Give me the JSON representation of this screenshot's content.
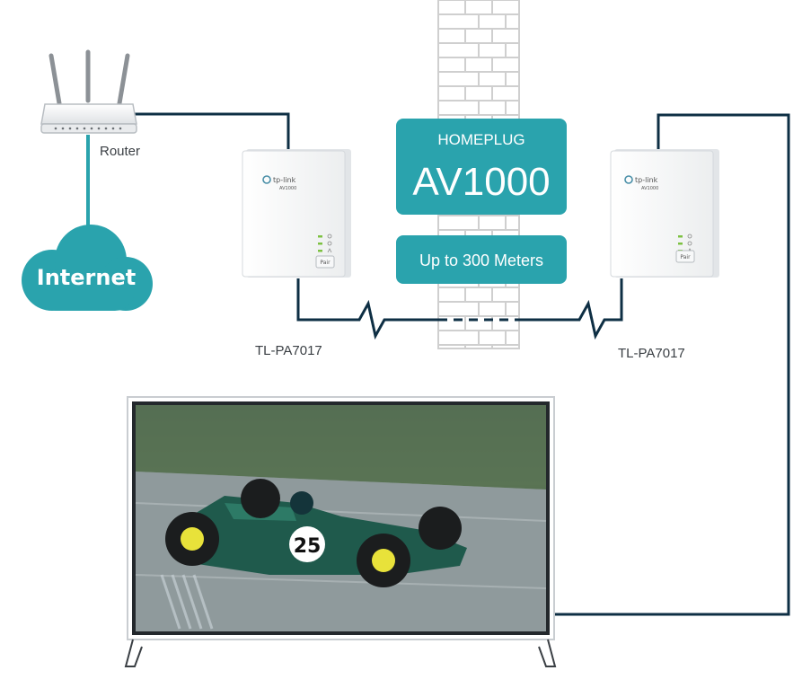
{
  "router": {
    "label": "Router"
  },
  "cloud": {
    "label": "Internet"
  },
  "adapters": [
    {
      "model": "TL-PA7017",
      "brand": "tp-link",
      "sub": "AV1000",
      "pair_label": "Pair"
    },
    {
      "model": "TL-PA7017",
      "brand": "tp-link",
      "sub": "AV1000",
      "pair_label": "Pair"
    }
  ],
  "badge": {
    "line1": "HOMEPLUG",
    "line2": "AV1000",
    "range": "Up to 300 Meters"
  },
  "tv": {
    "screen_content": "race-car-photo",
    "car_number": "25"
  },
  "colors": {
    "teal": "#2aa3ad",
    "wire": "#0e2f44",
    "brick_line": "#cfcfcf",
    "green_led": "#7dc142"
  }
}
